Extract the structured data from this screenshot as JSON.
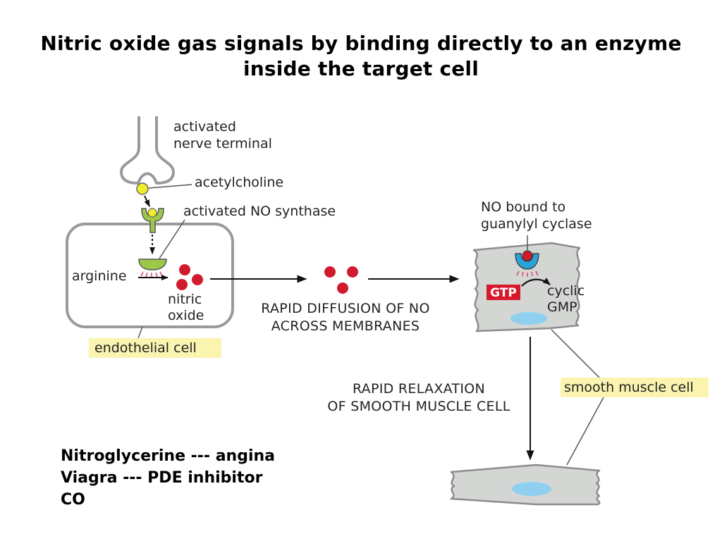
{
  "title": {
    "line1": "Nitric oxide gas signals by binding directly to an enzyme",
    "line2": "inside the target cell"
  },
  "diagram": {
    "nerve_label_1": "activated",
    "nerve_label_2": "nerve terminal",
    "acetylcholine": "acetylcholine",
    "no_synthase": "activated NO synthase",
    "arginine": "arginine",
    "nitric": "nitric",
    "oxide": "oxide",
    "endothelial_cell": "endothelial cell",
    "diffusion_1": "RAPID DIFFUSION OF NO",
    "diffusion_2": "ACROSS MEMBRANES",
    "no_bound_1": "NO bound to",
    "no_bound_2": "guanylyl cyclase",
    "gtp": "GTP",
    "cyclic": "cyclic",
    "gmp": "GMP",
    "relaxation_1": "RAPID RELAXATION",
    "relaxation_2": "OF SMOOTH MUSCLE CELL",
    "smooth_muscle_cell": "smooth muscle cell",
    "colors": {
      "cell_fill": "#d4d6d4",
      "cell_stroke": "#8c8c8c",
      "no_red": "#d01a2e",
      "acetylcholine_yellow": "#f0ee2a",
      "synthase_green": "#9cc84a",
      "guanylyl_blue": "#2aa2d8",
      "nucleus_blue": "#8fd0f0",
      "label_highlight": "#fbf3b0",
      "gtp_red": "#d8182c"
    }
  },
  "notes": {
    "line1": "Nitroglycerine --- angina",
    "line2": "Viagra --- PDE inhibitor",
    "line3": "CO"
  }
}
